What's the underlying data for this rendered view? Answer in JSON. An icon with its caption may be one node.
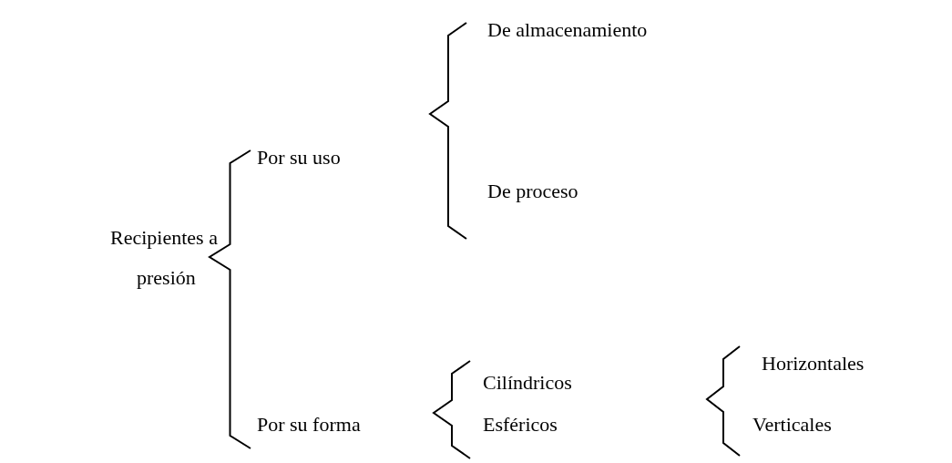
{
  "diagram": {
    "labels": [
      "De almacenamiento",
      "Por su uso",
      "De proceso",
      "Recipientes a",
      "presión",
      "Horizontales",
      "Cilíndricos",
      "Por su forma",
      "Esféricos",
      "Verticales"
    ]
  }
}
